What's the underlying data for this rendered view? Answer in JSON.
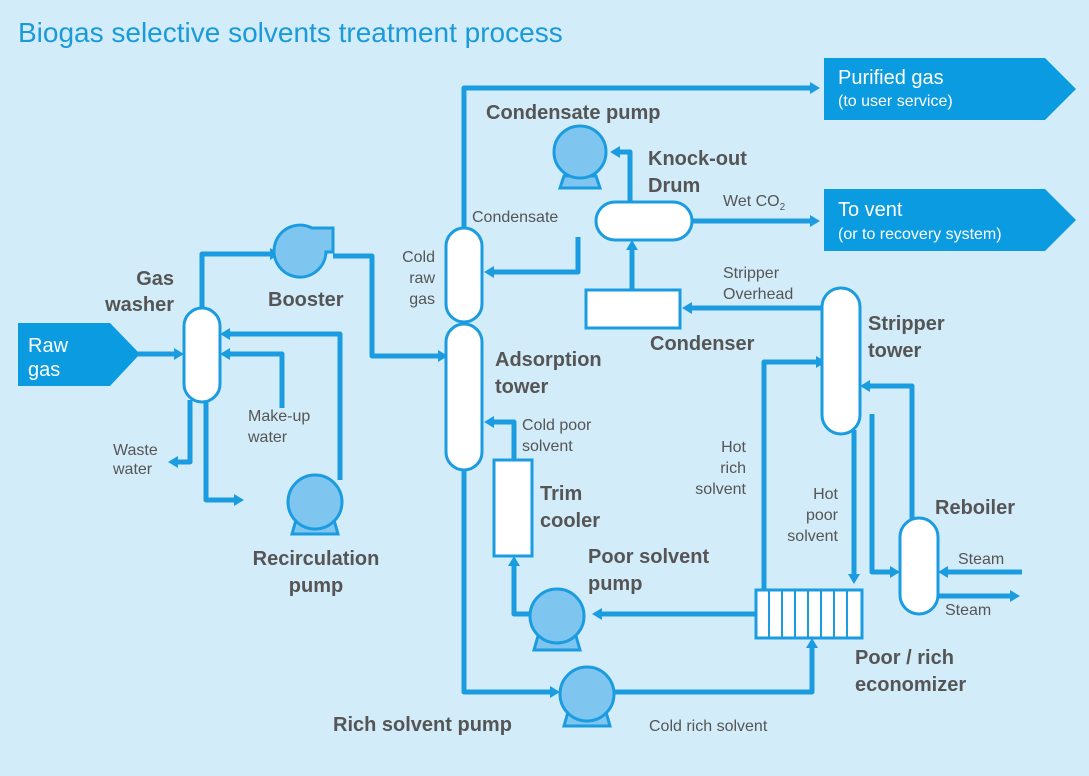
{
  "title": "Biogas selective solvents treatment process",
  "outputs": {
    "purified_gas": {
      "label": "Purified gas",
      "sub": "(to user service)"
    },
    "to_vent": {
      "label": "To vent",
      "sub": "(or to recovery system)"
    }
  },
  "input": {
    "line1": "Raw",
    "line2": "gas"
  },
  "equipment": {
    "condensate_pump": "Condensate pump",
    "knockout_drum": [
      "Knock-out",
      "Drum"
    ],
    "gas_washer": [
      "Gas",
      "washer"
    ],
    "booster": "Booster",
    "adsorption_tower": [
      "Adsorption",
      "tower"
    ],
    "condenser": "Condenser",
    "stripper_tower": [
      "Stripper",
      "tower"
    ],
    "recirculation_pump": [
      "Recirculation",
      "pump"
    ],
    "trim_cooler": [
      "Trim",
      "cooler"
    ],
    "poor_solvent_pump": [
      "Poor solvent",
      "pump"
    ],
    "reboiler": "Reboiler",
    "poor_rich_economizer": [
      "Poor / rich",
      "economizer"
    ],
    "rich_solvent_pump": "Rich solvent pump"
  },
  "streams": {
    "condensate": "Condensate",
    "wet_co2_main": "Wet CO",
    "wet_co2_sub": "2",
    "cold_raw_gas": [
      "Cold",
      "raw",
      "gas"
    ],
    "stripper_overhead": [
      "Stripper",
      "Overhead"
    ],
    "make_up_water": [
      "Make-up",
      "water"
    ],
    "waste_water": [
      "Waste",
      "water"
    ],
    "cold_poor_solvent": [
      "Cold poor",
      "solvent"
    ],
    "hot_rich_solvent": [
      "Hot",
      "rich",
      "solvent"
    ],
    "hot_poor_solvent": [
      "Hot",
      "poor",
      "solvent"
    ],
    "steam_in": "Steam",
    "steam_out": "Steam",
    "cold_rich_solvent": "Cold rich solvent"
  }
}
